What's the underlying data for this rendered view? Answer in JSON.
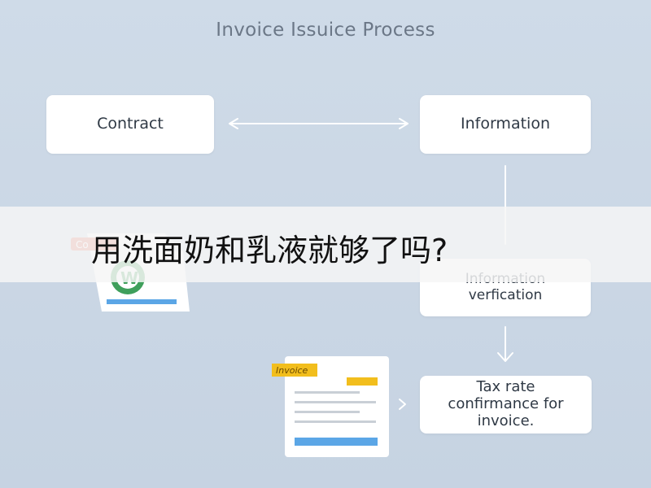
{
  "diagram": {
    "title": "Invoice Issuice Process",
    "nodes": {
      "contract": "Contract",
      "information": "Information",
      "verification": "Information\nverfication",
      "tax": "Tax rate\nconfirmance for\ninvoice."
    },
    "doc_left": {
      "tag": "Co",
      "letter": "W"
    },
    "doc_invoice": {
      "tag": "Invoice"
    }
  },
  "banner": {
    "text": "用洗面奶和乳液就够了吗?"
  },
  "colors": {
    "background": "#c9d6e4",
    "node": "#ffffff",
    "accent_yellow": "#f2be1d",
    "accent_blue": "#5ba6e6",
    "tag_red": "#e06a5a",
    "logo_green": "#3f9f5b"
  }
}
